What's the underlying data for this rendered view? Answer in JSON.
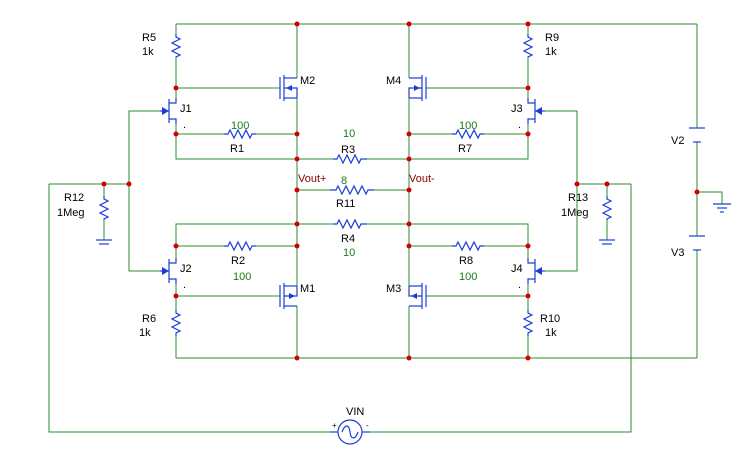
{
  "colors": {
    "wire": "#2e8b2e",
    "component": "#1c3cd8",
    "junction": "#d40000",
    "net_label": "#8b0000",
    "value": "#1a7a1a"
  },
  "components": {
    "R5": {
      "name": "R5",
      "value": "1k"
    },
    "R9": {
      "name": "R9",
      "value": "1k"
    },
    "R6": {
      "name": "R6",
      "value": "1k"
    },
    "R10": {
      "name": "R10",
      "value": "1k"
    },
    "R1": {
      "name": "R1",
      "value": "100"
    },
    "R7": {
      "name": "R7",
      "value": "100"
    },
    "R2": {
      "name": "R2",
      "value": "100"
    },
    "R8": {
      "name": "R8",
      "value": "100"
    },
    "R3": {
      "name": "R3",
      "value": "10"
    },
    "R4": {
      "name": "R4",
      "value": "10"
    },
    "R11": {
      "name": "R11",
      "value": "8"
    },
    "R12": {
      "name": "R12",
      "value": "1Meg"
    },
    "R13": {
      "name": "R13",
      "value": "1Meg"
    },
    "M1": {
      "name": "M1"
    },
    "M2": {
      "name": "M2"
    },
    "M3": {
      "name": "M3"
    },
    "M4": {
      "name": "M4"
    },
    "J1": {
      "name": "J1"
    },
    "J2": {
      "name": "J2"
    },
    "J3": {
      "name": "J3"
    },
    "J4": {
      "name": "J4"
    },
    "V2": {
      "name": "V2"
    },
    "V3": {
      "name": "V3"
    },
    "VIN": {
      "name": "VIN"
    }
  },
  "nets": {
    "vout_plus": "Vout+",
    "vout_minus": "Vout-"
  },
  "symbols": {
    "plus": "+",
    "minus": "-",
    "dot": "."
  }
}
